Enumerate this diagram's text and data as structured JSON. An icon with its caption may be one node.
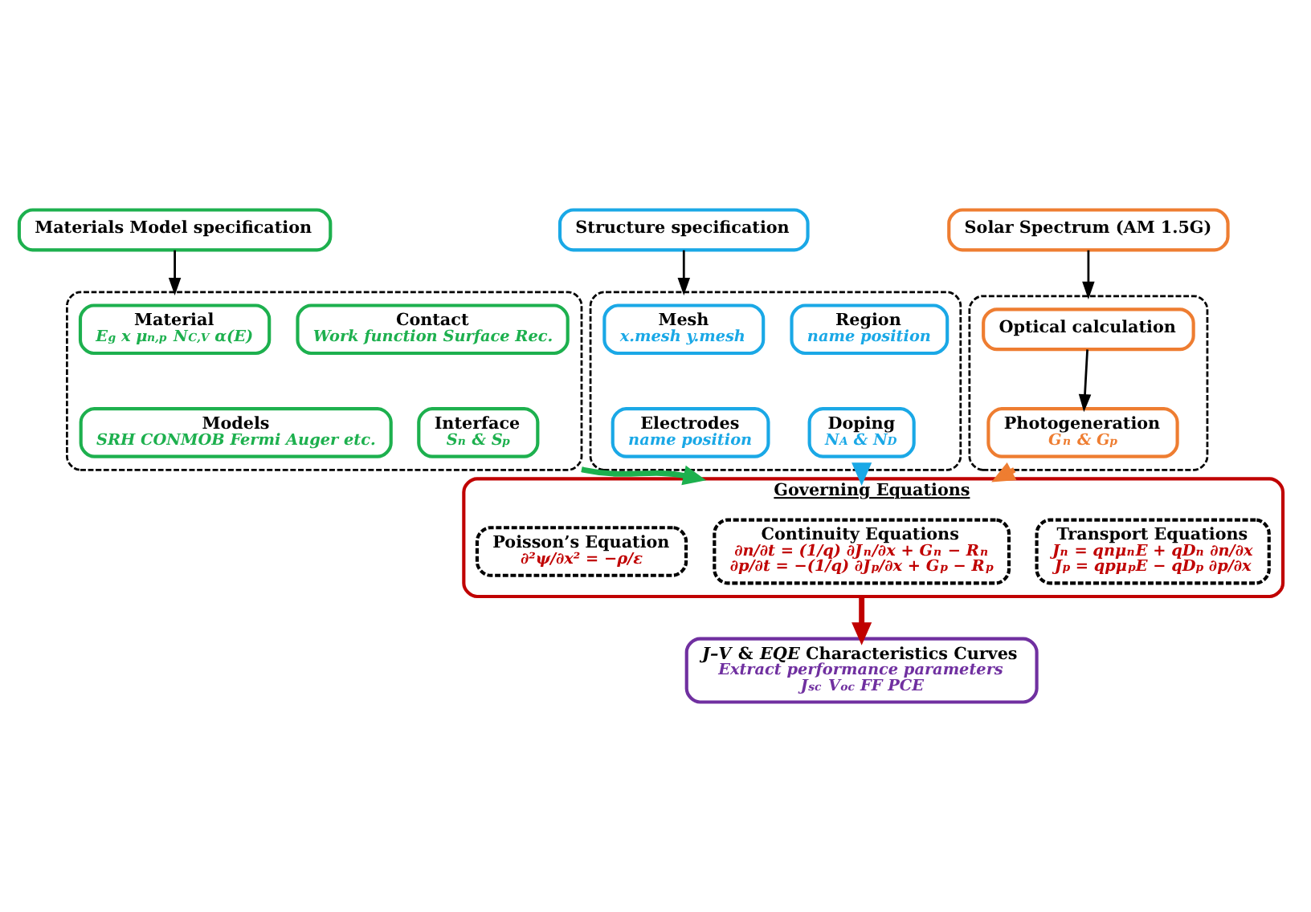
{
  "diagram": {
    "nodes": [
      {
        "text": [
          "Materials Model specification"
        ]
      },
      {
        "text": [],
        "shape": "box"
      },
      {
        "text": [
          "Material",
          "E$_{g}$ x μ$_{n,p}$ N$_{C,V}$ α(E)"
        ],
        "in": 1
      },
      {
        "text": [
          "Contact",
          "Work function Surface Rec."
        ],
        "in": 1
      },
      {
        "text": [
          "Models",
          "SRH CONMOB Fermi Auger etc."
        ],
        "in": 1
      },
      {
        "text": [
          "Interface",
          "S$_{n}$ & S$_{p}$"
        ],
        "in": 1
      },
      {
        "text": [
          "Structure specification"
        ]
      },
      {
        "text": [],
        "shape": "box"
      },
      {
        "text": [
          "Mesh",
          "x.mesh y.mesh"
        ],
        "in": 7
      },
      {
        "text": [
          "Region",
          "name position"
        ],
        "in": 7
      },
      {
        "text": [
          "Electrodes",
          "name position"
        ],
        "in": 7
      },
      {
        "text": [
          "Doping",
          "N$_{A}$ & N$_{D}$"
        ],
        "in": 7
      },
      {
        "text": [
          "Solar Spectrum (AM 1.5G)"
        ]
      },
      {
        "text": [],
        "shape": "box"
      },
      {
        "text": [
          "Optical calculation"
        ],
        "in": 13
      },
      {
        "text": [
          "Photogeneration",
          "G$_{n}$ & G$_{p}$"
        ],
        "in": 13
      },
      {
        "text": [
          "Governing Equations"
        ]
      },
      {
        "text": [
          "Poisson’s Equation",
          "∂²ψ/∂x² = −ρ/ε"
        ],
        "in": 16
      },
      {
        "text": [
          "Continuity Equations",
          "∂n/∂t = (1/q) ∂J$_{n}$/∂x + G$_{n}$ − R$_{n}$",
          "∂p/∂t = −(1/q) ∂J$_{p}$/∂x + G$_{p}$ − R$_{p}$"
        ],
        "in": 16
      },
      {
        "text": [
          "Transport Equations",
          "J$_{n}$ = qnμ$_{n}$E + qD$_{n}$ ∂n/∂x",
          "J$_{p}$ = qpμ$_{p}$E − qD$_{p}$ ∂p/∂x"
        ],
        "in": 16
      },
      {
        "text": [
          "*J–V* & *EQE* Characteristics Curves",
          "Extract performance parameters",
          "J$_{sc}$ V$_{oc}$ FF PCE"
        ]
      }
    ],
    "edges": [
      {
        "from": 0,
        "to": 1,
        "arrow": "to"
      },
      {
        "from": 6,
        "to": 7,
        "arrow": "to"
      },
      {
        "from": 12,
        "to": 13,
        "arrow": "to"
      },
      {
        "from": 14,
        "to": 15,
        "arrow": "to"
      },
      {
        "from": 1,
        "to": 16,
        "arrow": "to",
        "style": "thick",
        "color": "#1db04e"
      },
      {
        "from": 7,
        "to": 16,
        "arrow": "to",
        "style": "thick",
        "color": "#1aa8e6"
      },
      {
        "from": 13,
        "to": 16,
        "arrow": "to",
        "style": "thick",
        "color": "#ee7d31"
      },
      {
        "from": 16,
        "to": 20,
        "arrow": "to",
        "style": "thick",
        "color": "#c00000"
      }
    ]
  }
}
